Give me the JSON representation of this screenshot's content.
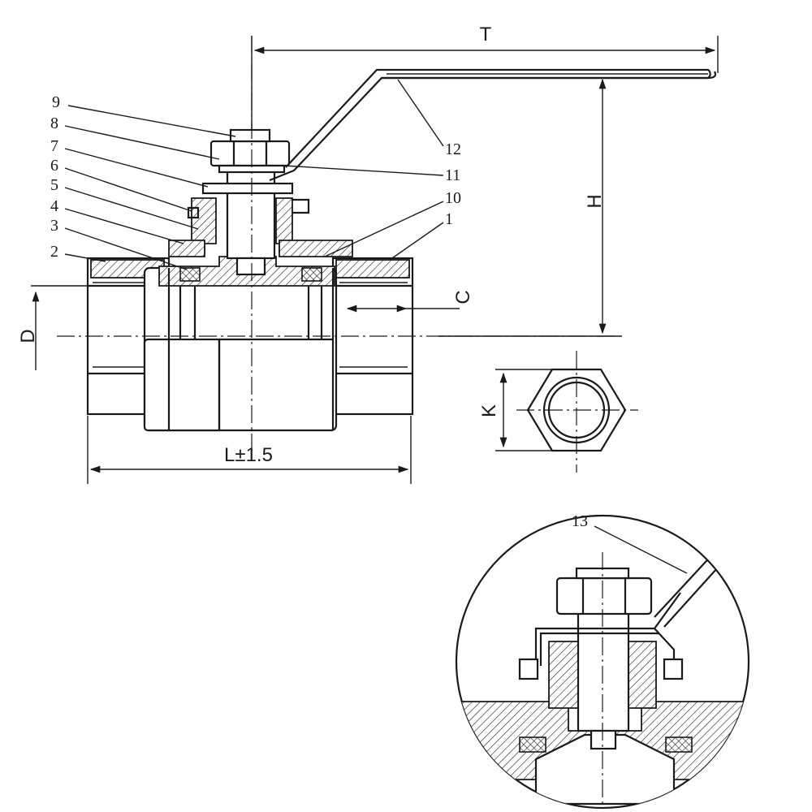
{
  "part_labels": [
    "1",
    "2",
    "3",
    "4",
    "5",
    "6",
    "7",
    "8",
    "9",
    "10",
    "11",
    "12",
    "13"
  ],
  "dimensions": {
    "T": "T",
    "H": "H",
    "D": "D",
    "C": "C",
    "K": "K",
    "L": "L±1.5"
  }
}
